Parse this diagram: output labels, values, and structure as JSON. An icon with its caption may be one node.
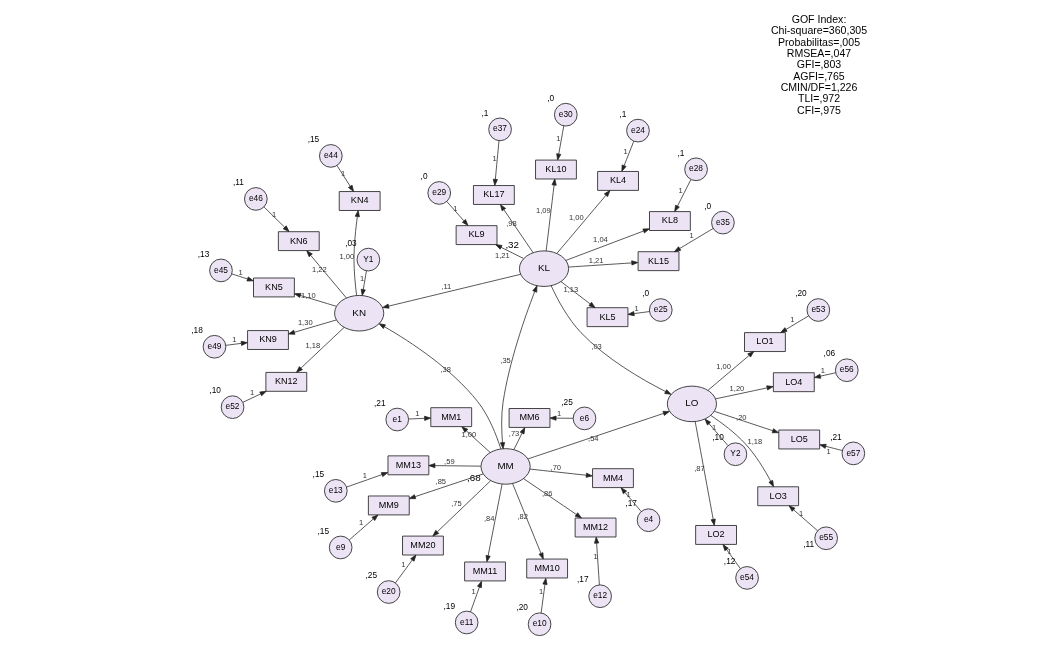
{
  "diagram": {
    "nodes": [
      {
        "text": [
          "e20"
        ],
        "beside": [
          ",25"
        ]
      },
      {
        "text": [
          "MM20"
        ]
      },
      {
        "text": [
          "e13"
        ],
        "beside": [
          ",15"
        ]
      },
      {
        "text": [
          "MM13"
        ]
      },
      {
        "text": [
          "e12"
        ],
        "beside": [
          ",17"
        ]
      },
      {
        "text": [
          "MM12"
        ]
      },
      {
        "text": [
          "e11"
        ],
        "beside": [
          ",19"
        ]
      },
      {
        "text": [
          "MM11"
        ]
      },
      {
        "text": [
          "e10"
        ],
        "beside": [
          ",20"
        ]
      },
      {
        "text": [
          "MM10"
        ]
      },
      {
        "text": [
          "e9"
        ],
        "beside": [
          ",15"
        ]
      },
      {
        "text": [
          "MM9"
        ]
      },
      {
        "text": [
          "MM"
        ],
        "beside": [
          ",68"
        ]
      },
      {
        "text": [
          "e6"
        ],
        "beside": [
          ",25"
        ]
      },
      {
        "text": [
          "MM6"
        ]
      },
      {
        "text": [
          "e4"
        ],
        "beside": [
          ",17"
        ]
      },
      {
        "text": [
          "MM4"
        ]
      },
      {
        "text": [
          "e1"
        ],
        "beside": [
          ",21"
        ]
      },
      {
        "text": [
          "MM1"
        ]
      },
      {
        "text": [
          "e53"
        ],
        "beside": [
          ",20"
        ]
      },
      {
        "text": [
          "e54"
        ],
        "beside": [
          ",12"
        ]
      },
      {
        "text": [
          "e55"
        ],
        "beside": [
          ",11"
        ]
      },
      {
        "text": [
          "e56"
        ],
        "beside": [
          ",06"
        ]
      },
      {
        "text": [
          "e57"
        ],
        "beside": [
          ",21"
        ]
      },
      {
        "text": [
          "LO1"
        ]
      },
      {
        "text": [
          "LO2"
        ]
      },
      {
        "text": [
          "LO3"
        ]
      },
      {
        "text": [
          "LO4"
        ]
      },
      {
        "text": [
          "LO5"
        ]
      },
      {
        "text": [
          "LO"
        ]
      },
      {
        "text": [
          "Y2"
        ],
        "beside": [
          ",10"
        ]
      },
      {
        "text": [
          "Y1"
        ],
        "beside": [
          ",03"
        ]
      },
      {
        "text": [
          "KN"
        ]
      },
      {
        "text": [
          "KN12"
        ]
      },
      {
        "text": [
          "KN9"
        ]
      },
      {
        "text": [
          "KN6"
        ]
      },
      {
        "text": [
          "KN5"
        ]
      },
      {
        "text": [
          "KN4"
        ]
      },
      {
        "text": [
          "e52"
        ],
        "beside": [
          ",10"
        ]
      },
      {
        "text": [
          "e49"
        ],
        "beside": [
          ",18"
        ]
      },
      {
        "text": [
          "e46"
        ],
        "beside": [
          ",11"
        ]
      },
      {
        "text": [
          "e45"
        ],
        "beside": [
          ",13"
        ]
      },
      {
        "text": [
          "e44"
        ],
        "beside": [
          ",15"
        ]
      },
      {
        "text": [
          "KL4"
        ]
      },
      {
        "text": [
          "e24"
        ],
        "beside": [
          ",1"
        ]
      },
      {
        "text": [
          "KL5"
        ]
      },
      {
        "text": [
          "e25"
        ],
        "beside": [
          ",0"
        ]
      },
      {
        "text": [
          "KL8"
        ]
      },
      {
        "text": [
          "e28"
        ],
        "beside": [
          ",1"
        ]
      },
      {
        "text": [
          "KL9"
        ]
      },
      {
        "text": [
          "e29"
        ],
        "beside": [
          ",0"
        ]
      },
      {
        "text": [
          "KL10"
        ]
      },
      {
        "text": [
          "e30"
        ],
        "beside": [
          ",0"
        ]
      },
      {
        "text": [
          "KL"
        ],
        "beside": [
          ",32"
        ]
      },
      {
        "text": [
          "KL15"
        ]
      },
      {
        "text": [
          "e35"
        ],
        "beside": [
          ",0"
        ]
      },
      {
        "text": [
          "KL17"
        ]
      },
      {
        "text": [
          "e37"
        ],
        "beside": [
          ",1"
        ]
      }
    ],
    "edges": [
      {
        "from": 0,
        "to": 1,
        "arrow": "to",
        "label": "1"
      },
      {
        "from": 2,
        "to": 3,
        "arrow": "to",
        "label": "1"
      },
      {
        "from": 4,
        "to": 5,
        "arrow": "to",
        "label": "1"
      },
      {
        "from": 6,
        "to": 7,
        "arrow": "to",
        "label": "1"
      },
      {
        "from": 8,
        "to": 9,
        "arrow": "to",
        "label": "1"
      },
      {
        "from": 10,
        "to": 11,
        "arrow": "to",
        "label": "1"
      },
      {
        "from": 13,
        "to": 14,
        "arrow": "to",
        "label": "1"
      },
      {
        "from": 15,
        "to": 16,
        "arrow": "to",
        "label": "1"
      },
      {
        "from": 17,
        "to": 18,
        "arrow": "to",
        "label": "1"
      },
      {
        "from": 12,
        "to": 1,
        "arrow": "to",
        "label": ",75"
      },
      {
        "from": 12,
        "to": 3,
        "arrow": "to",
        "label": ",59"
      },
      {
        "from": 12,
        "to": 5,
        "arrow": "to",
        "label": ",86"
      },
      {
        "from": 12,
        "to": 7,
        "arrow": "to",
        "label": ",84"
      },
      {
        "from": 12,
        "to": 9,
        "arrow": "to",
        "label": ",82"
      },
      {
        "from": 12,
        "to": 11,
        "arrow": "to",
        "label": ",85"
      },
      {
        "from": 12,
        "to": 14,
        "arrow": "to",
        "label": ",73"
      },
      {
        "from": 12,
        "to": 16,
        "arrow": "to",
        "label": ",70"
      },
      {
        "from": 12,
        "to": 18,
        "arrow": "to",
        "label": "1,00"
      },
      {
        "from": 19,
        "to": 24,
        "arrow": "to",
        "label": "1"
      },
      {
        "from": 20,
        "to": 25,
        "arrow": "to",
        "label": "1"
      },
      {
        "from": 21,
        "to": 26,
        "arrow": "to",
        "label": "1"
      },
      {
        "from": 22,
        "to": 27,
        "arrow": "to",
        "label": "1"
      },
      {
        "from": 23,
        "to": 28,
        "arrow": "to",
        "label": "1"
      },
      {
        "from": 29,
        "to": 24,
        "arrow": "to",
        "label": "1,00"
      },
      {
        "from": 29,
        "to": 25,
        "arrow": "to",
        "label": ",87"
      },
      {
        "from": 29,
        "to": 26,
        "arrow": "to",
        "label": "1,18"
      },
      {
        "from": 29,
        "to": 27,
        "arrow": "to",
        "label": "1,20"
      },
      {
        "from": 29,
        "to": 28,
        "arrow": "to",
        "label": ",20"
      },
      {
        "from": 30,
        "to": 29,
        "arrow": "to",
        "label": "1"
      },
      {
        "from": 12,
        "to": 29,
        "arrow": "to",
        "label": ",54"
      },
      {
        "from": 53,
        "to": 29,
        "arrow": "to",
        "label": ",03"
      },
      {
        "from": 31,
        "to": 32,
        "arrow": "to",
        "label": "1"
      },
      {
        "from": 12,
        "to": 32,
        "arrow": "to",
        "label": ",38"
      },
      {
        "from": 53,
        "to": 32,
        "arrow": "to",
        "label": ",11"
      },
      {
        "from": 32,
        "to": 33,
        "arrow": "to",
        "label": "1,18"
      },
      {
        "from": 32,
        "to": 34,
        "arrow": "to",
        "label": "1,30"
      },
      {
        "from": 32,
        "to": 35,
        "arrow": "to",
        "label": "1,22"
      },
      {
        "from": 32,
        "to": 36,
        "arrow": "to",
        "label": "1,10"
      },
      {
        "from": 32,
        "to": 37,
        "arrow": "to",
        "label": "1,00"
      },
      {
        "from": 38,
        "to": 33,
        "arrow": "to",
        "label": "1"
      },
      {
        "from": 39,
        "to": 34,
        "arrow": "to",
        "label": "1"
      },
      {
        "from": 40,
        "to": 35,
        "arrow": "to",
        "label": "1"
      },
      {
        "from": 41,
        "to": 36,
        "arrow": "to",
        "label": "1"
      },
      {
        "from": 42,
        "to": 37,
        "arrow": "to",
        "label": "1"
      },
      {
        "from": 53,
        "to": 43,
        "arrow": "to",
        "label": "1,00"
      },
      {
        "from": 53,
        "to": 45,
        "arrow": "to",
        "label": "1,13"
      },
      {
        "from": 53,
        "to": 47,
        "arrow": "to",
        "label": "1,04"
      },
      {
        "from": 53,
        "to": 49,
        "arrow": "to",
        "label": "1,21"
      },
      {
        "from": 53,
        "to": 51,
        "arrow": "to",
        "label": "1,09"
      },
      {
        "from": 53,
        "to": 54,
        "arrow": "to",
        "label": "1,21"
      },
      {
        "from": 53,
        "to": 56,
        "arrow": "to",
        "label": ",98"
      },
      {
        "from": 44,
        "to": 43,
        "arrow": "to",
        "label": "1"
      },
      {
        "from": 46,
        "to": 45,
        "arrow": "to",
        "label": "1"
      },
      {
        "from": 48,
        "to": 47,
        "arrow": "to",
        "label": "1"
      },
      {
        "from": 50,
        "to": 49,
        "arrow": "to",
        "label": "1"
      },
      {
        "from": 52,
        "to": 51,
        "arrow": "to",
        "label": "1"
      },
      {
        "from": 55,
        "to": 54,
        "arrow": "to",
        "label": "1"
      },
      {
        "from": 57,
        "to": 56,
        "arrow": "to",
        "label": "1"
      },
      {
        "from": 12,
        "to": 53,
        "arrow": "both",
        "label": ",35"
      }
    ],
    "labels": [
      "GOF Index:",
      "Chi-square=360,305",
      "Probabilitas=,005",
      "RMSEA=,047",
      "GFI=,803",
      "AGFI=,765",
      "CMIN/DF=1,226",
      "TLI=,972",
      "CFI=,975"
    ]
  }
}
